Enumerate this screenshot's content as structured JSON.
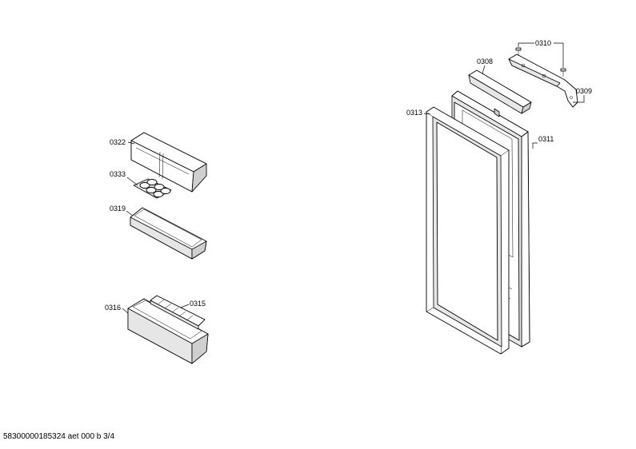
{
  "labels": {
    "p0310": "0310",
    "p0308": "0308",
    "p0309": "0309",
    "p0313": "0313",
    "p0311": "0311",
    "p0322": "0322",
    "p0333": "0333",
    "p0319": "0319",
    "p0316": "0316",
    "p0315": "0315"
  },
  "footer": "58300000185324 aet 000 b 3/4"
}
